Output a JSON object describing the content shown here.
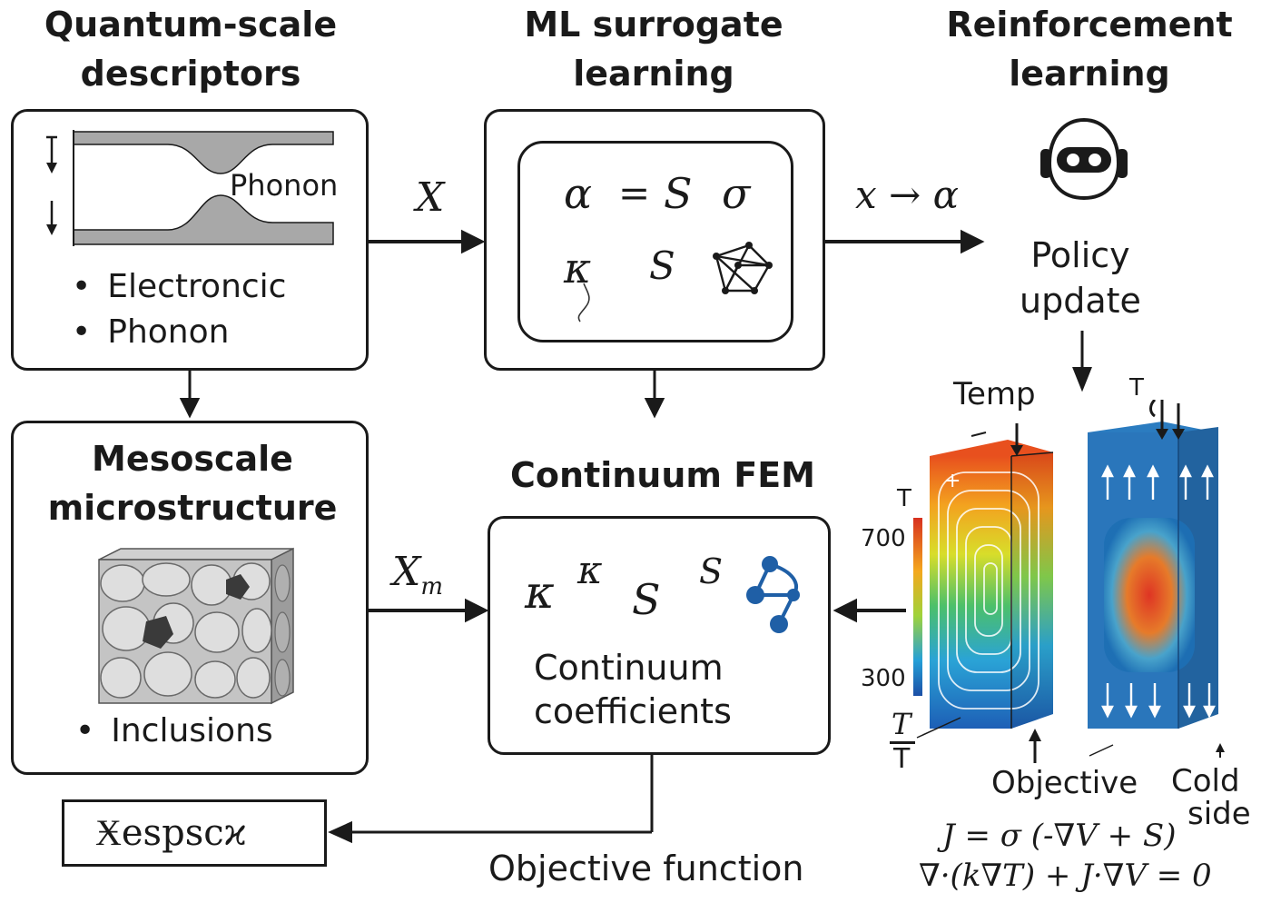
{
  "stage_titles": {
    "quantum": [
      "Quantum-scale",
      "descriptors"
    ],
    "ml": [
      "ML surrogate",
      "learning"
    ],
    "rl": [
      "Reinforcement",
      "learning"
    ],
    "meso": [
      "Mesoscale",
      "microstructure"
    ],
    "fem": "Continuum FEM"
  },
  "quantum_box": {
    "band_label": "Phonon",
    "bullets": [
      "Electroncic",
      "Phonon"
    ]
  },
  "ml_box": {
    "row1": [
      "α",
      "=",
      "S",
      "σ"
    ],
    "row2": [
      "κ",
      "S"
    ]
  },
  "meso_box": {
    "bullets": [
      "Inclusions"
    ]
  },
  "fem_box": {
    "symbols": [
      "κ",
      "κ",
      "S",
      "S"
    ],
    "caption": [
      "Continuum",
      "coefficients"
    ]
  },
  "arrow_labels": {
    "x": "X",
    "xm_main": "X",
    "xm_sub": "m",
    "x_to_alpha": "x → α"
  },
  "rl_panel": {
    "policy": [
      "Policy",
      "update"
    ],
    "temp_label": "Temp",
    "colorbar_title": "T",
    "colorbar_max": "700",
    "colorbar_min": "300",
    "frac_top": "T",
    "frac_bottom": "T",
    "cold_t_label": "T",
    "objective_label": "Objective",
    "cold_side": [
      "Cold",
      "side"
    ],
    "equation_1": "J = σ (-∇V + S)",
    "equation_2": "∇·(k∇T) + J·∇V = 0"
  },
  "output_box": "Ӿespscϰ",
  "objective_function": "Objective function",
  "colors": {
    "line": "#1a1a1a",
    "band_fill": "#a8a8a8",
    "molecule": "#1f5fa6",
    "hot": "#e3421d",
    "cold": "#1d6fb4"
  }
}
